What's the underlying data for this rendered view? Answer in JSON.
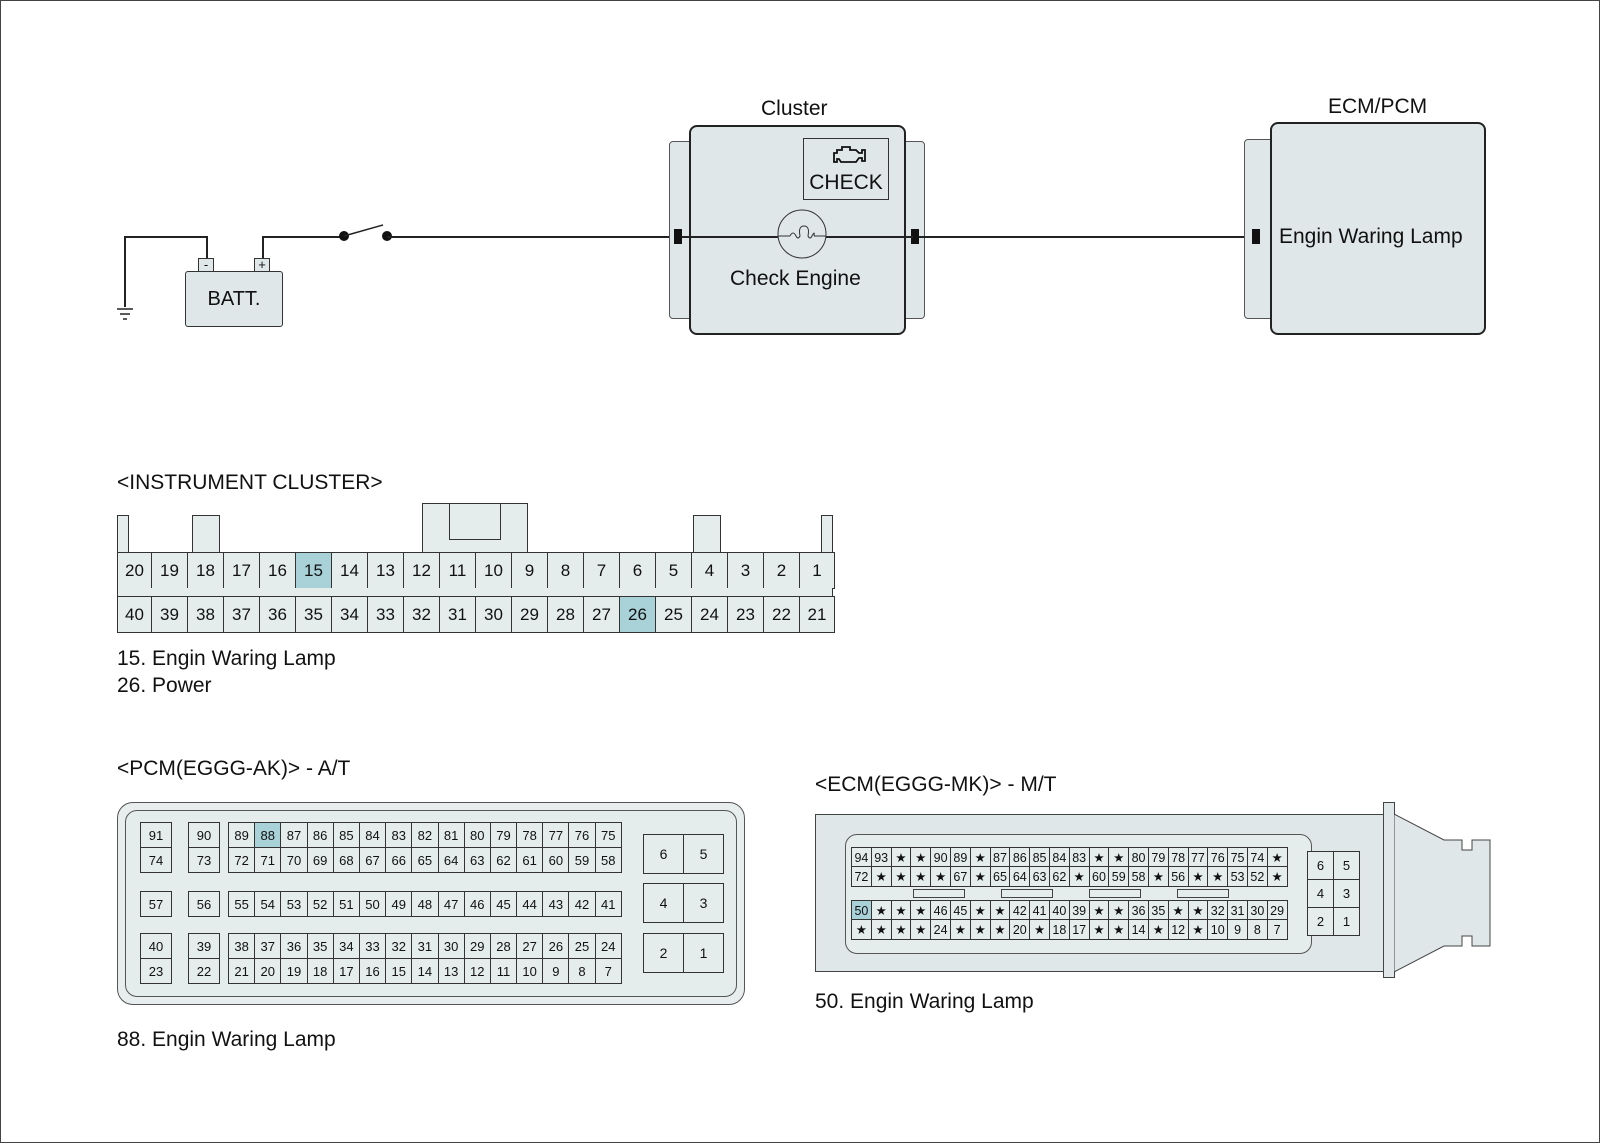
{
  "colors": {
    "fill": "#dfe7e8",
    "highlight": "#a9d1d8",
    "line": "#222222"
  },
  "schematic": {
    "battery_label": "BATT.",
    "battery_minus": "-",
    "battery_plus": "+",
    "cluster_title": "Cluster",
    "check_text": "CHECK",
    "check_engine_label": "Check Engine",
    "ecm_title": "ECM/PCM",
    "ecm_lamp_label": "Engin Waring Lamp",
    "icons": [
      "engine-icon",
      "lamp-bulb-icon",
      "ground-icon",
      "switch-icon"
    ]
  },
  "instrument_cluster": {
    "title": "<INSTRUMENT CLUSTER>",
    "row1": [
      "20",
      "19",
      "18",
      "17",
      "16",
      "15",
      "14",
      "13",
      "12",
      "11",
      "10",
      "9",
      "8",
      "7",
      "6",
      "5",
      "4",
      "3",
      "2",
      "1"
    ],
    "row2": [
      "40",
      "39",
      "38",
      "37",
      "36",
      "35",
      "34",
      "33",
      "32",
      "31",
      "30",
      "29",
      "28",
      "27",
      "26",
      "25",
      "24",
      "23",
      "22",
      "21"
    ],
    "highlighted": [
      "15",
      "26"
    ],
    "notes": [
      "15. Engin Waring Lamp",
      "26. Power"
    ]
  },
  "pcm": {
    "title": "<PCM(EGGG-AK)> - A/T",
    "singles": [
      [
        "91",
        "74"
      ],
      [
        "90",
        "73"
      ],
      [
        "57"
      ],
      [
        "56"
      ],
      [
        "40",
        "23"
      ],
      [
        "39",
        "22"
      ]
    ],
    "top_row1": [
      "89",
      "88",
      "87",
      "86",
      "85",
      "84",
      "83",
      "82",
      "81",
      "80",
      "79",
      "78",
      "77",
      "76",
      "75"
    ],
    "top_row2": [
      "72",
      "71",
      "70",
      "69",
      "68",
      "67",
      "66",
      "65",
      "64",
      "63",
      "62",
      "61",
      "60",
      "59",
      "58"
    ],
    "mid_row": [
      "55",
      "54",
      "53",
      "52",
      "51",
      "50",
      "49",
      "48",
      "47",
      "46",
      "45",
      "44",
      "43",
      "42",
      "41"
    ],
    "bot_row1": [
      "38",
      "37",
      "36",
      "35",
      "34",
      "33",
      "32",
      "31",
      "30",
      "29",
      "28",
      "27",
      "26",
      "25",
      "24"
    ],
    "bot_row2": [
      "21",
      "20",
      "19",
      "18",
      "17",
      "16",
      "15",
      "14",
      "13",
      "12",
      "11",
      "10",
      "9",
      "8",
      "7"
    ],
    "power_pins": [
      [
        "6",
        "5"
      ],
      [
        "4",
        "3"
      ],
      [
        "2",
        "1"
      ]
    ],
    "highlighted": [
      "88"
    ],
    "note": "88. Engin Waring Lamp"
  },
  "ecm": {
    "title": "<ECM(EGGG-MK)> - M/T",
    "row1": [
      "94",
      "93",
      "★",
      "★",
      "90",
      "89",
      "★",
      "87",
      "86",
      "85",
      "84",
      "83",
      "★",
      "★",
      "80",
      "79",
      "78",
      "77",
      "76",
      "75",
      "74",
      "★"
    ],
    "row2": [
      "72",
      "★",
      "★",
      "★",
      "★",
      "67",
      "★",
      "65",
      "64",
      "63",
      "62",
      "★",
      "60",
      "59",
      "58",
      "★",
      "56",
      "★",
      "★",
      "53",
      "52",
      "★"
    ],
    "row3": [
      "50",
      "★",
      "★",
      "★",
      "46",
      "45",
      "★",
      "★",
      "42",
      "41",
      "40",
      "39",
      "★",
      "★",
      "36",
      "35",
      "★",
      "★",
      "32",
      "31",
      "30",
      "29"
    ],
    "row4": [
      "★",
      "★",
      "★",
      "★",
      "24",
      "★",
      "★",
      "★",
      "20",
      "★",
      "18",
      "17",
      "★",
      "★",
      "14",
      "★",
      "12",
      "★",
      "10",
      "9",
      "8",
      "7"
    ],
    "side_pins": [
      [
        "6",
        "5"
      ],
      [
        "4",
        "3"
      ],
      [
        "2",
        "1"
      ]
    ],
    "highlighted": [
      "50"
    ],
    "note": "50. Engin Waring Lamp"
  }
}
